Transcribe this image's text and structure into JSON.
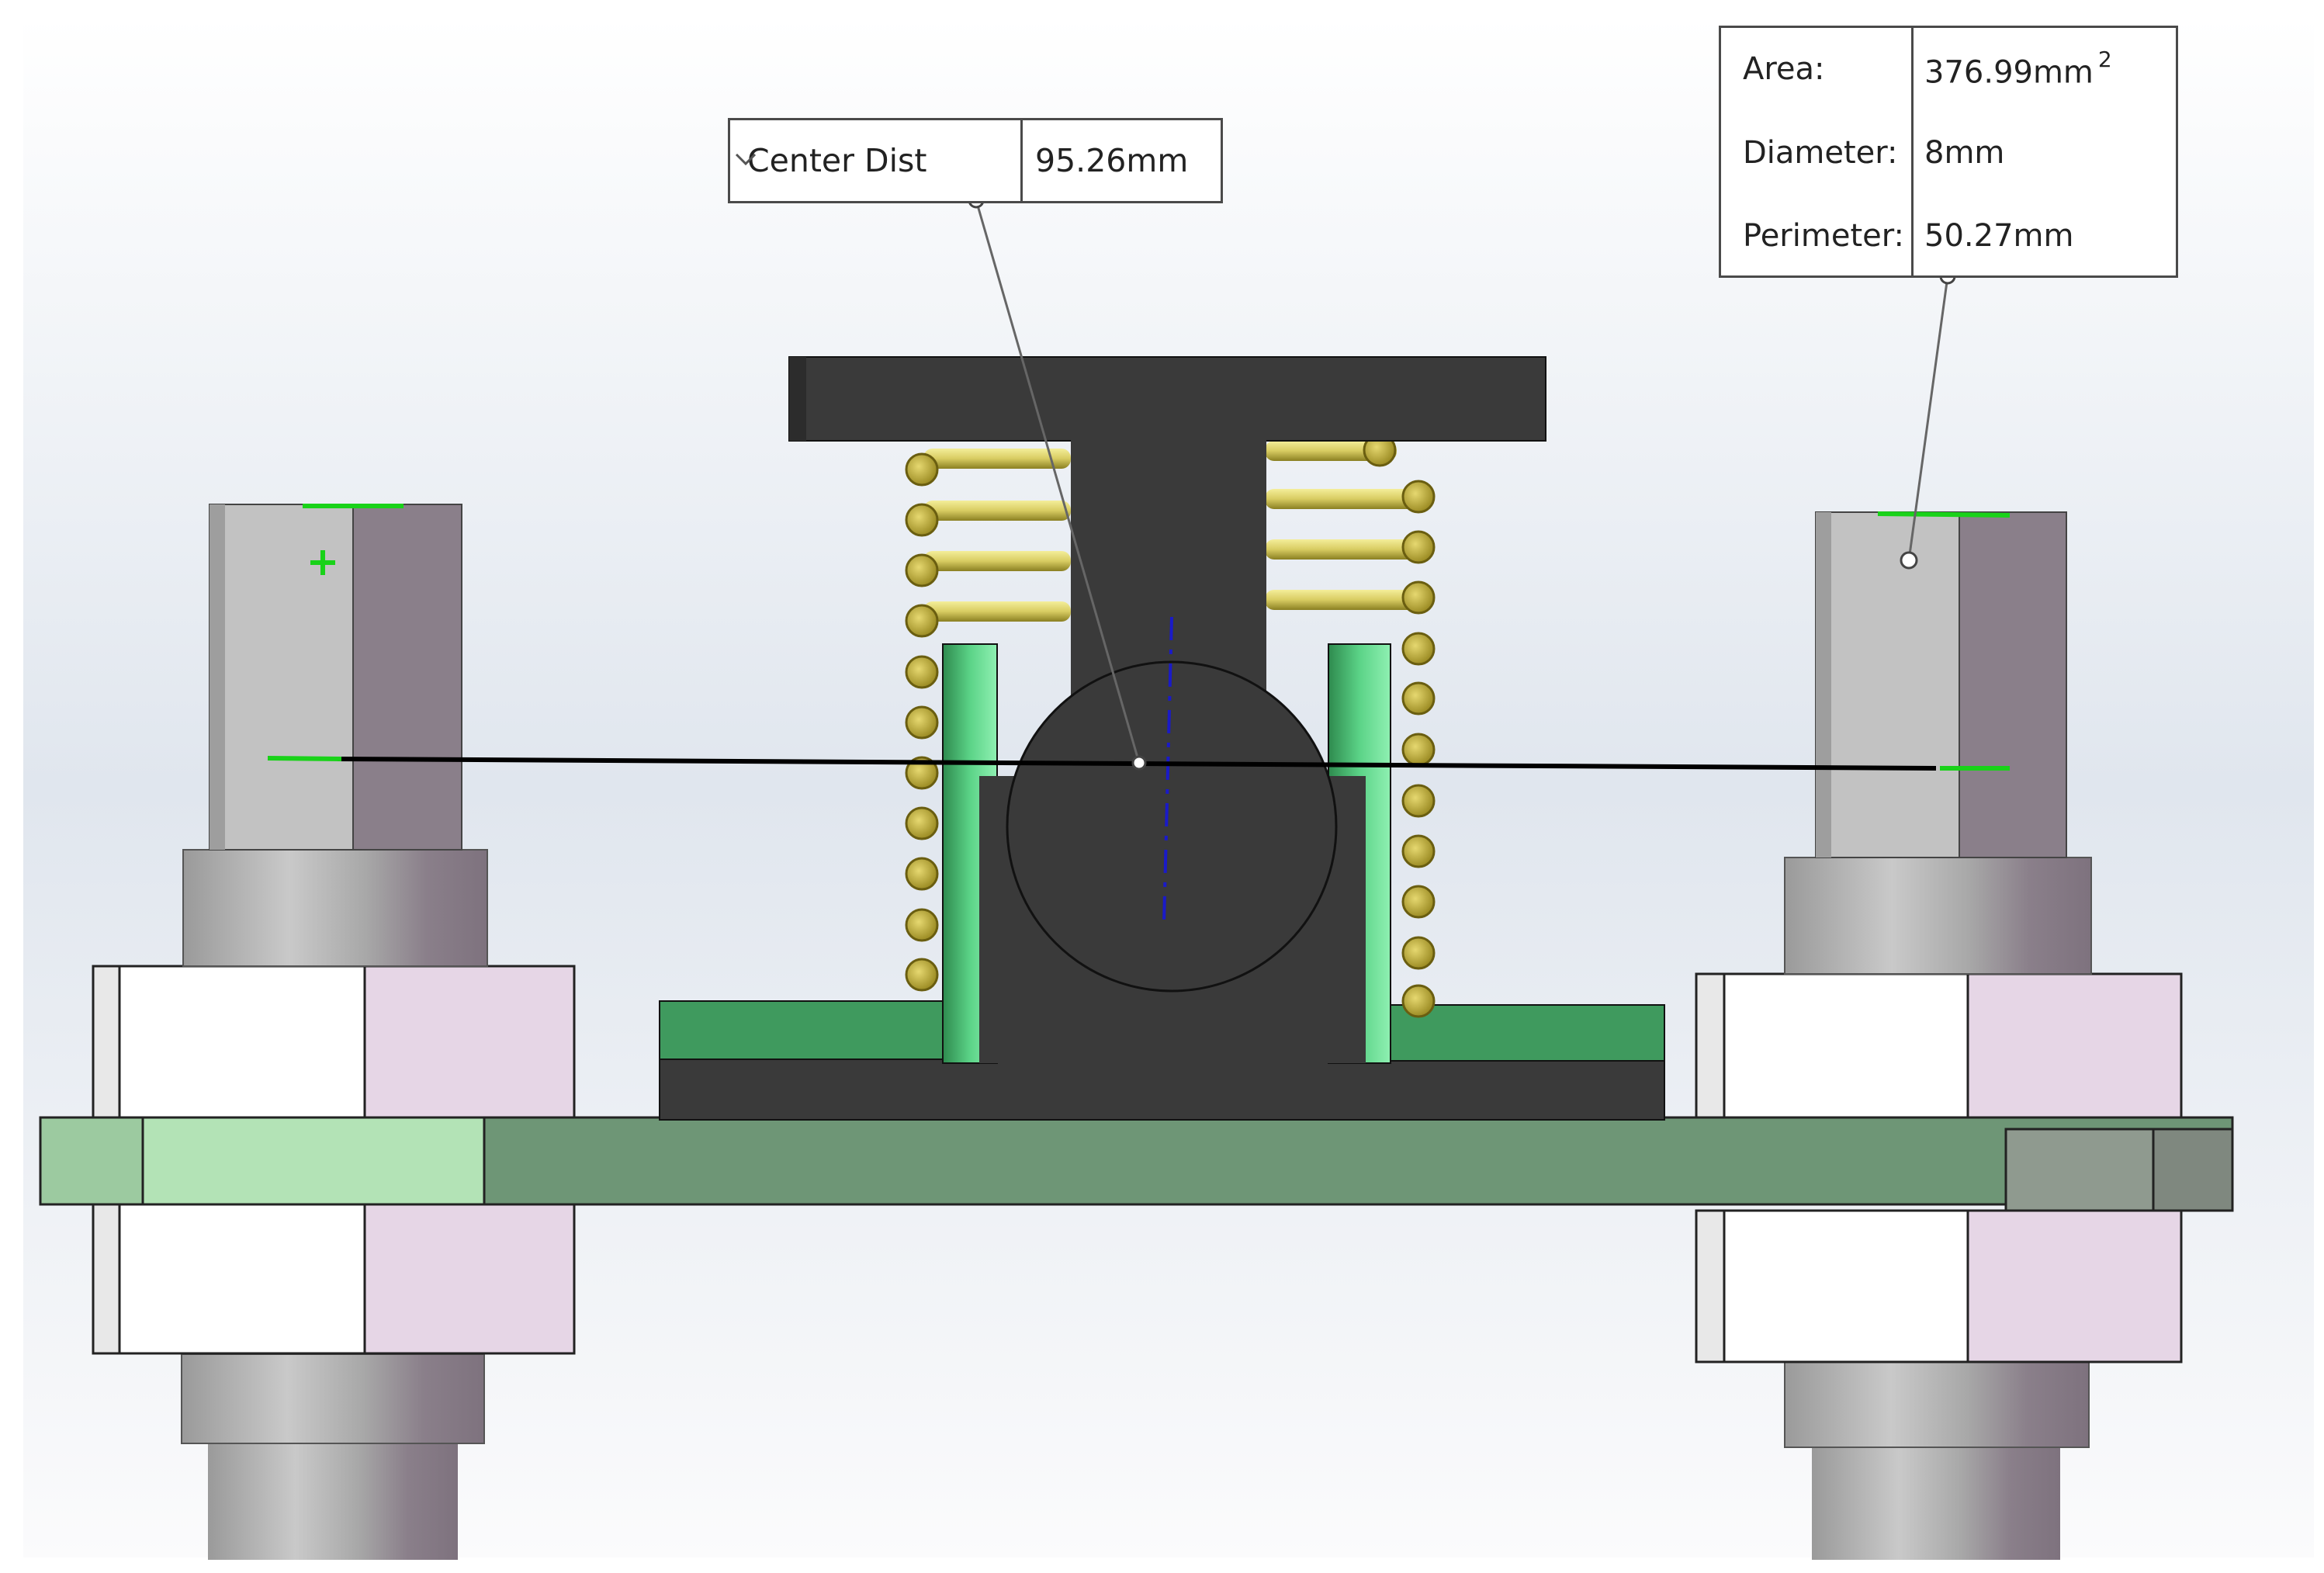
{
  "center_distance": {
    "mode_label": "Center Dist",
    "value": "95.26mm"
  },
  "circle_properties": {
    "area_label": "Area:",
    "area_value": "376.99mm",
    "area_unit_exponent": "2",
    "diameter_label": "Diameter:",
    "diameter_value": "8mm",
    "perimeter_label": "Perimeter:",
    "perimeter_value": "50.27mm"
  },
  "colors": {
    "housing": "#3a3a3a",
    "spring": "#c8b850",
    "base": "#3f9a5e",
    "plate": "#6e9676",
    "selection": "#19d219",
    "axis": "#1a1ac8"
  }
}
